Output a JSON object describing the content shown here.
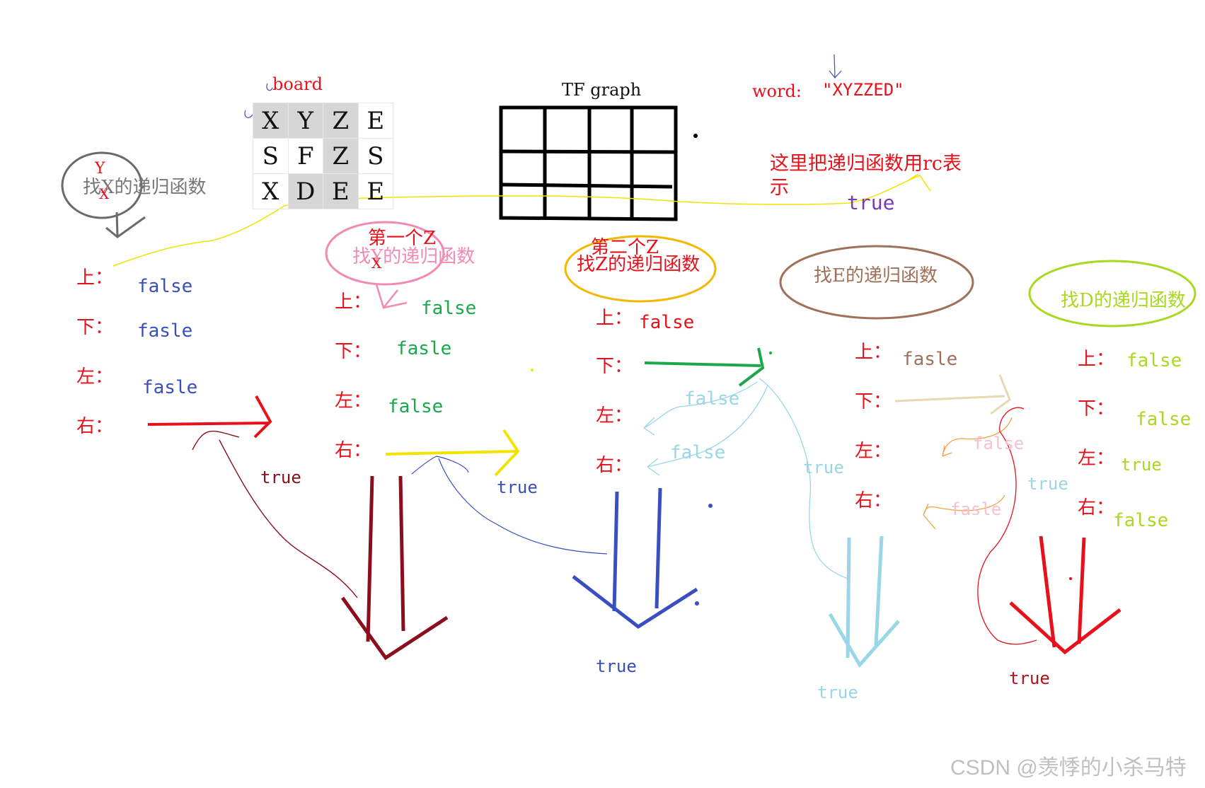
{
  "board": {
    "label": "board",
    "cells": [
      {
        "ch": "X",
        "hl": true
      },
      {
        "ch": "Y",
        "hl": true
      },
      {
        "ch": "Z",
        "hl": true
      },
      {
        "ch": "E",
        "hl": false
      },
      {
        "ch": "S",
        "hl": false
      },
      {
        "ch": "F",
        "hl": false
      },
      {
        "ch": "Z",
        "hl": true
      },
      {
        "ch": "S",
        "hl": false
      },
      {
        "ch": "X",
        "hl": false
      },
      {
        "ch": "D",
        "hl": true
      },
      {
        "ch": "E",
        "hl": true
      },
      {
        "ch": "E",
        "hl": false
      }
    ]
  },
  "graph": {
    "label": "TF graph"
  },
  "word": {
    "label": "word:",
    "value": "\"XYZZED\""
  },
  "note": {
    "line1": "这里把递归函数用rc表",
    "line2": "示",
    "result": "true"
  },
  "dir": {
    "up": "上：",
    "down": "下：",
    "left": "左：",
    "right": "右："
  },
  "nodes": {
    "y": {
      "title": "找X的递归函数",
      "mark_letter": "Y",
      "mark_x": "X",
      "up": "false",
      "down": "fasle",
      "left": "fasle",
      "arrow_label": "true"
    },
    "z1": {
      "heading": "第一个Z",
      "title": "找Y的递归函数",
      "mark_x": "X",
      "up": "false",
      "down": "fasle",
      "left": "false",
      "arrow_label": "true"
    },
    "z2": {
      "heading": "第二个Z",
      "title": "找Z的递归函数",
      "up": "false",
      "left_a": "false",
      "left_b": "false",
      "result": "true"
    },
    "e": {
      "title": "找E的递归函数",
      "up": "fasle",
      "side_true": "true",
      "faded_a": "false",
      "faded_b": "fasle",
      "result": "true"
    },
    "d": {
      "title": "找D的递归函数",
      "up": "false",
      "down": "false",
      "left": "true",
      "right": "false",
      "side_true": "true",
      "result": "true"
    }
  },
  "watermark": "CSDN @羡悸的小杀马特",
  "colors": {
    "red": "#e8101a",
    "blue_text": "#3a4fbf",
    "green": "#1aa84a",
    "pink": "#f28ab2",
    "orange": "#f5b800",
    "brown": "#a0705a",
    "lime": "#a8d820",
    "cyan": "#99d6e8",
    "maroon": "#8a0e1e",
    "darkred": "#b5121b",
    "purple": "#7a3ab5",
    "yellow": "#f2e400"
  }
}
